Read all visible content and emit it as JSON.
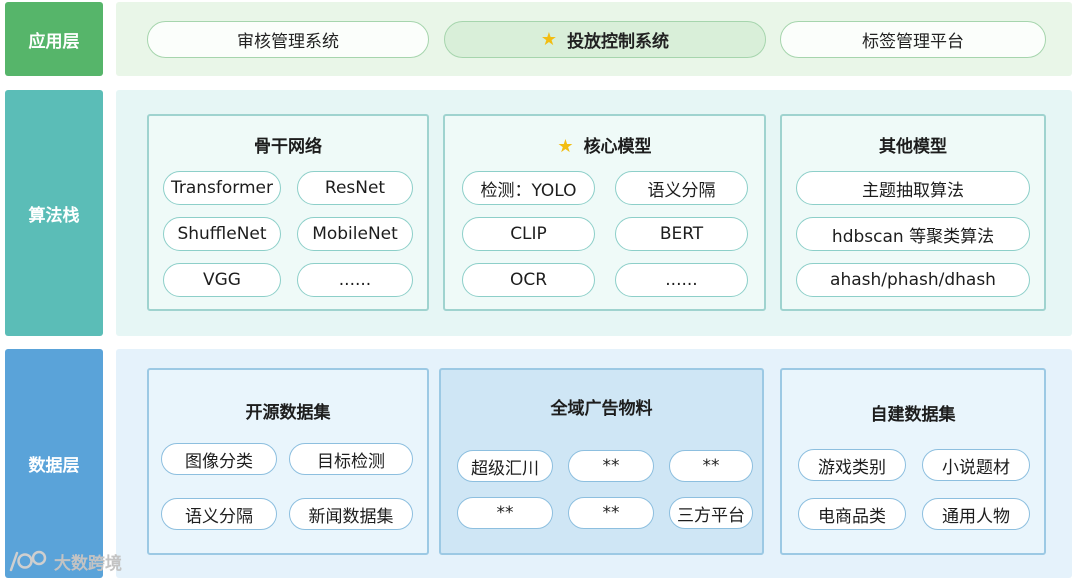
{
  "colors": {
    "app_layer": "#56b56a",
    "algo_layer": "#5bbdb7",
    "data_layer": "#5aa3d9",
    "app_bg": "#e9f6e8",
    "algo_bg": "#e6f6f5",
    "data_bg": "#e5f2fb",
    "star": "#f2bd12"
  },
  "app_layer": {
    "label": "应用层",
    "items": [
      {
        "label": "审核管理系统",
        "highlight": false
      },
      {
        "label": "投放控制系统",
        "highlight": true,
        "icon": "star-icon"
      },
      {
        "label": "标签管理平台",
        "highlight": false
      }
    ]
  },
  "algo_layer": {
    "label": "算法栈",
    "groups": [
      {
        "title": "骨干网络",
        "items": [
          "Transformer",
          "ResNet",
          "ShuffleNet",
          "MobileNet",
          "VGG",
          "......"
        ]
      },
      {
        "title": "核心模型",
        "icon": "star-icon",
        "items": [
          "检测：YOLO",
          "语义分隔",
          "CLIP",
          "BERT",
          "OCR",
          "......"
        ]
      },
      {
        "title": "其他模型",
        "items": [
          "主题抽取算法",
          "hdbscan 等聚类算法",
          "ahash/phash/dhash"
        ]
      }
    ]
  },
  "data_layer": {
    "label": "数据层",
    "groups": [
      {
        "title": "开源数据集",
        "items": [
          "图像分类",
          "目标检测",
          "语义分隔",
          "新闻数据集"
        ]
      },
      {
        "title": "全域广告物料",
        "items": [
          "超级汇川",
          "**",
          "**",
          "**",
          "**",
          "三方平台"
        ]
      },
      {
        "title": "自建数据集",
        "items": [
          "游戏类别",
          "小说题材",
          "电商品类",
          "通用人物"
        ]
      }
    ]
  },
  "watermark": {
    "text": "大数跨境"
  }
}
